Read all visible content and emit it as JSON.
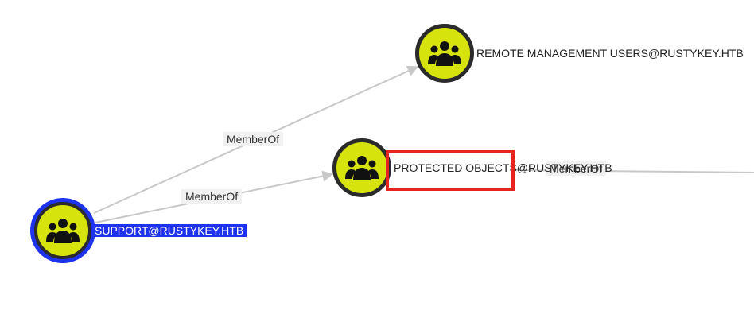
{
  "graph": {
    "nodes": [
      {
        "id": "remote-management-users",
        "label": "REMOTE MANAGEMENT USERS@RUSTYKEY.HTB",
        "icon": "group-icon",
        "selected": false
      },
      {
        "id": "protected-objects",
        "label": "PROTECTED OBJECTS@RUSTYKEY.HTB",
        "icon": "group-icon",
        "selected": false
      },
      {
        "id": "support",
        "label": "SUPPORT@RUSTYKEY.HTB",
        "icon": "group-icon",
        "selected": true
      }
    ],
    "edges": [
      {
        "label": "MemberOf"
      },
      {
        "label": "MemberOf"
      },
      {
        "label": "MemberOf"
      }
    ]
  },
  "colors": {
    "node_fill": "#d7e30c",
    "node_border": "#2b2b2b",
    "selection": "#1d33ee",
    "highlight": "#e8231f",
    "edge": "#c8c8c8"
  }
}
